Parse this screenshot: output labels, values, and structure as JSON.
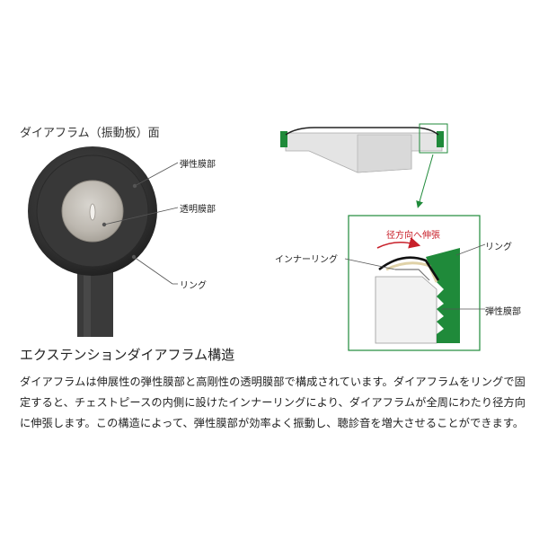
{
  "diaphragm": {
    "title": "ダイアフラム（振動板）面",
    "label_elastic": "弾性膜部",
    "label_transparent": "透明膜部",
    "label_ring": "リング"
  },
  "detail": {
    "label_radial": "径方向へ伸張",
    "label_ring": "リング",
    "label_inner_ring": "インナーリング",
    "label_elastic": "弾性膜部"
  },
  "description": {
    "heading": "エクステンションダイアフラム構造",
    "body": "ダイアフラムは伸展性の弾性膜部と高剛性の透明膜部で構成されています。ダイアフラムをリングで固定すると、チェストピースの内側に設けたインナーリングにより、ダイアフラムが全周にわたり径方向に伸張します。この構造によって、弾性膜部が効率よく振動し、聴診音を増大させることができます。"
  },
  "colors": {
    "green": "#1f8a3a",
    "dark": "#2e2e2e",
    "red": "#c8202a"
  }
}
